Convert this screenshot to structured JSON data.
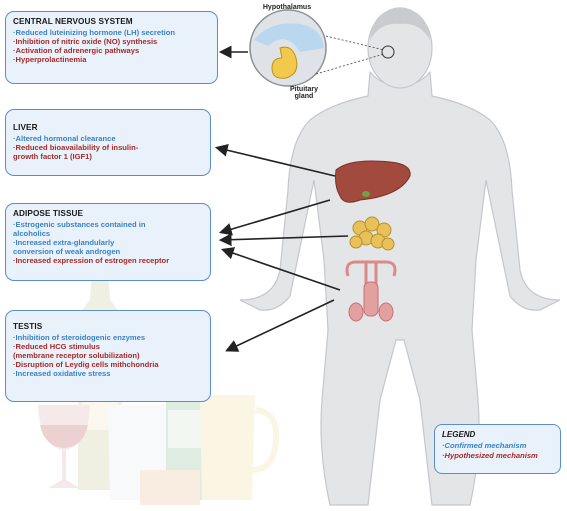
{
  "labels": {
    "hypothalamus": "Hypothalamus",
    "pituitary_line1": "Pituitary",
    "pituitary_line2": "gland"
  },
  "boxes": {
    "cns": {
      "title": "CENTRAL NERVOUS SYSTEM",
      "items": [
        {
          "text": "·Reduced luteinizing hormone (LH) secretion",
          "type": "confirmed"
        },
        {
          "text": "·Inhibition of nitric oxide (NO) synthesis",
          "type": "hypothesized"
        },
        {
          "text": "·Activation of adrenergic pathways",
          "type": "hypothesized"
        },
        {
          "text": "·Hyperprolactinemia",
          "type": "hypothesized"
        }
      ]
    },
    "liver": {
      "title": "LIVER",
      "items": [
        {
          "text": "·Altered hormonal clearance",
          "type": "confirmed"
        },
        {
          "text": "·Reduced bioavailability of insulin-",
          "type": "hypothesized"
        },
        {
          "text": "growth factor 1 (IGF1)",
          "type": "hypothesized"
        }
      ]
    },
    "adipose": {
      "title": "ADIPOSE TISSUE",
      "items": [
        {
          "text": "·Estrogenic substances contained in",
          "type": "confirmed"
        },
        {
          "text": "alcoholics",
          "type": "confirmed"
        },
        {
          "text": "·Increased extra-glandularly",
          "type": "confirmed"
        },
        {
          "text": "conversion of weak androgen",
          "type": "confirmed"
        },
        {
          "text": "·Increased expression of estrogen receptor",
          "type": "hypothesized"
        }
      ]
    },
    "testis": {
      "title": "TESTIS",
      "items": [
        {
          "text": "·Inhibition of steroidogenic enzymes",
          "type": "confirmed"
        },
        {
          "text": "·Reduced HCG stimulus",
          "type": "hypothesized"
        },
        {
          "text": "(membrane receptor solubilization)",
          "type": "hypothesized"
        },
        {
          "text": "·Disruption of Leydig cells mithchondria",
          "type": "hypothesized"
        },
        {
          "text": "·Increased oxidative stress",
          "type": "confirmed"
        }
      ]
    }
  },
  "legend": {
    "title": "LEGEND",
    "confirmed": "·Confirmed mechanism",
    "hypothesized": "·Hypothesized mechanism"
  },
  "colors": {
    "confirmed": "#3b82c4",
    "hypothesized": "#a52a2a",
    "box_border": "#5b8ec9",
    "box_fill": "#e9f1fa"
  }
}
